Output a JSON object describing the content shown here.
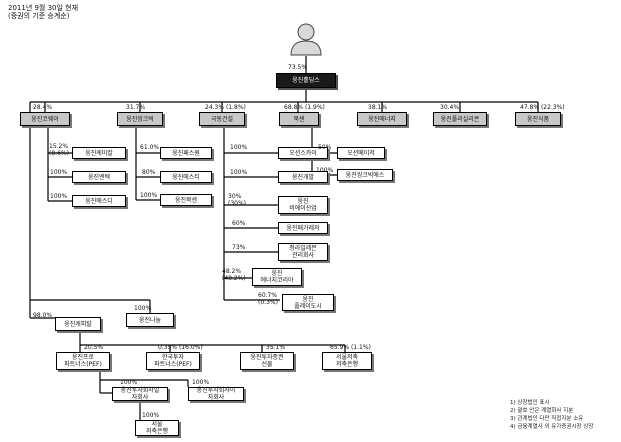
{
  "header": {
    "line1": "2011년 9월 30일 현재",
    "line2": "(증권의 기준 승계순)"
  },
  "top": {
    "holder_pct": "73.5%",
    "holding_company": "웅진홀딩스"
  },
  "subsidiaries": [
    {
      "pct": "28.4%",
      "name": "웅진코웨이"
    },
    {
      "pct": "31.7%",
      "name": "웅진씽크빅"
    },
    {
      "pct": "24.3% (1.8%)",
      "name": "극동건설"
    },
    {
      "pct": "68.8% (1.9%)",
      "name": "북센"
    },
    {
      "pct": "38.1%",
      "name": "웅진에너지"
    },
    {
      "pct": "30.4%",
      "name": "웅진폴리실리콘"
    },
    {
      "pct": "47.8% (22.3%)",
      "name": "웅진식품"
    }
  ],
  "coway_subs": [
    {
      "pct": "15.2% (8.6%)",
      "name": "웅진케미칼"
    },
    {
      "pct": "100%",
      "name": "웅진엔텍"
    },
    {
      "pct": "100%",
      "name": "웅진에스디"
    }
  ],
  "thinkbig_subs": [
    {
      "pct": "61.0%",
      "name": "웅진패스원"
    },
    {
      "pct": "80%",
      "name": "웅진에스티"
    },
    {
      "pct": "100%",
      "name": "웅진북센"
    }
  ],
  "geukdong_subs": [
    {
      "pct": "100%",
      "name": "오션스카이"
    },
    {
      "pct": "100%",
      "name": "웅진개발"
    },
    {
      "pct": "30% (30%)",
      "name": "웅진\n비에이산업"
    },
    {
      "pct": "60%",
      "name": "웅진메가레저"
    },
    {
      "pct": "73%",
      "name": "청라일레븐\n관리회사"
    },
    {
      "pct": "48.2% (48.2%)",
      "name": "웅진\n에너지코리아"
    },
    {
      "pct": "60.7% (0.3%)",
      "name": "웅진\n플레이도시"
    }
  ],
  "booksen_subs": [
    {
      "pct": "50%",
      "name": "오션메이저"
    },
    {
      "pct": "100%",
      "name": "웅진씽크빅에스"
    }
  ],
  "bottom": {
    "capital_pct": "98.0%",
    "capital_name": "웅진캐피탈",
    "other_pct": "100%",
    "other_name": "웅진나눔"
  },
  "capital_subs": [
    {
      "pct": "20.5%",
      "name": "웅진프로\n파트너스(PEF)"
    },
    {
      "pct": "0.35% (16.0%)",
      "name": "한국투자\n파트너스(PEF)"
    },
    {
      "pct": "35.1%",
      "name": "웅진투자증권\n선물"
    },
    {
      "pct": "65.9% (1.1%)",
      "name": "서울저축\n저축은행"
    }
  ],
  "fund_chain": [
    {
      "pct": "100%",
      "name": "웅진투자회사일\n자회사"
    },
    {
      "pct": "100%",
      "name": "웅진투자회사이\n자회사"
    },
    {
      "pct": "100%",
      "name": "서울\n저축은행"
    }
  ],
  "notes": [
    "1) 상장법인 표시",
    "2) 괄호 안은 계열회사 지분",
    "3) 관계법인 다만 직접지분 소유",
    "4) 금융계열사 외 유가증권시장 상장"
  ]
}
